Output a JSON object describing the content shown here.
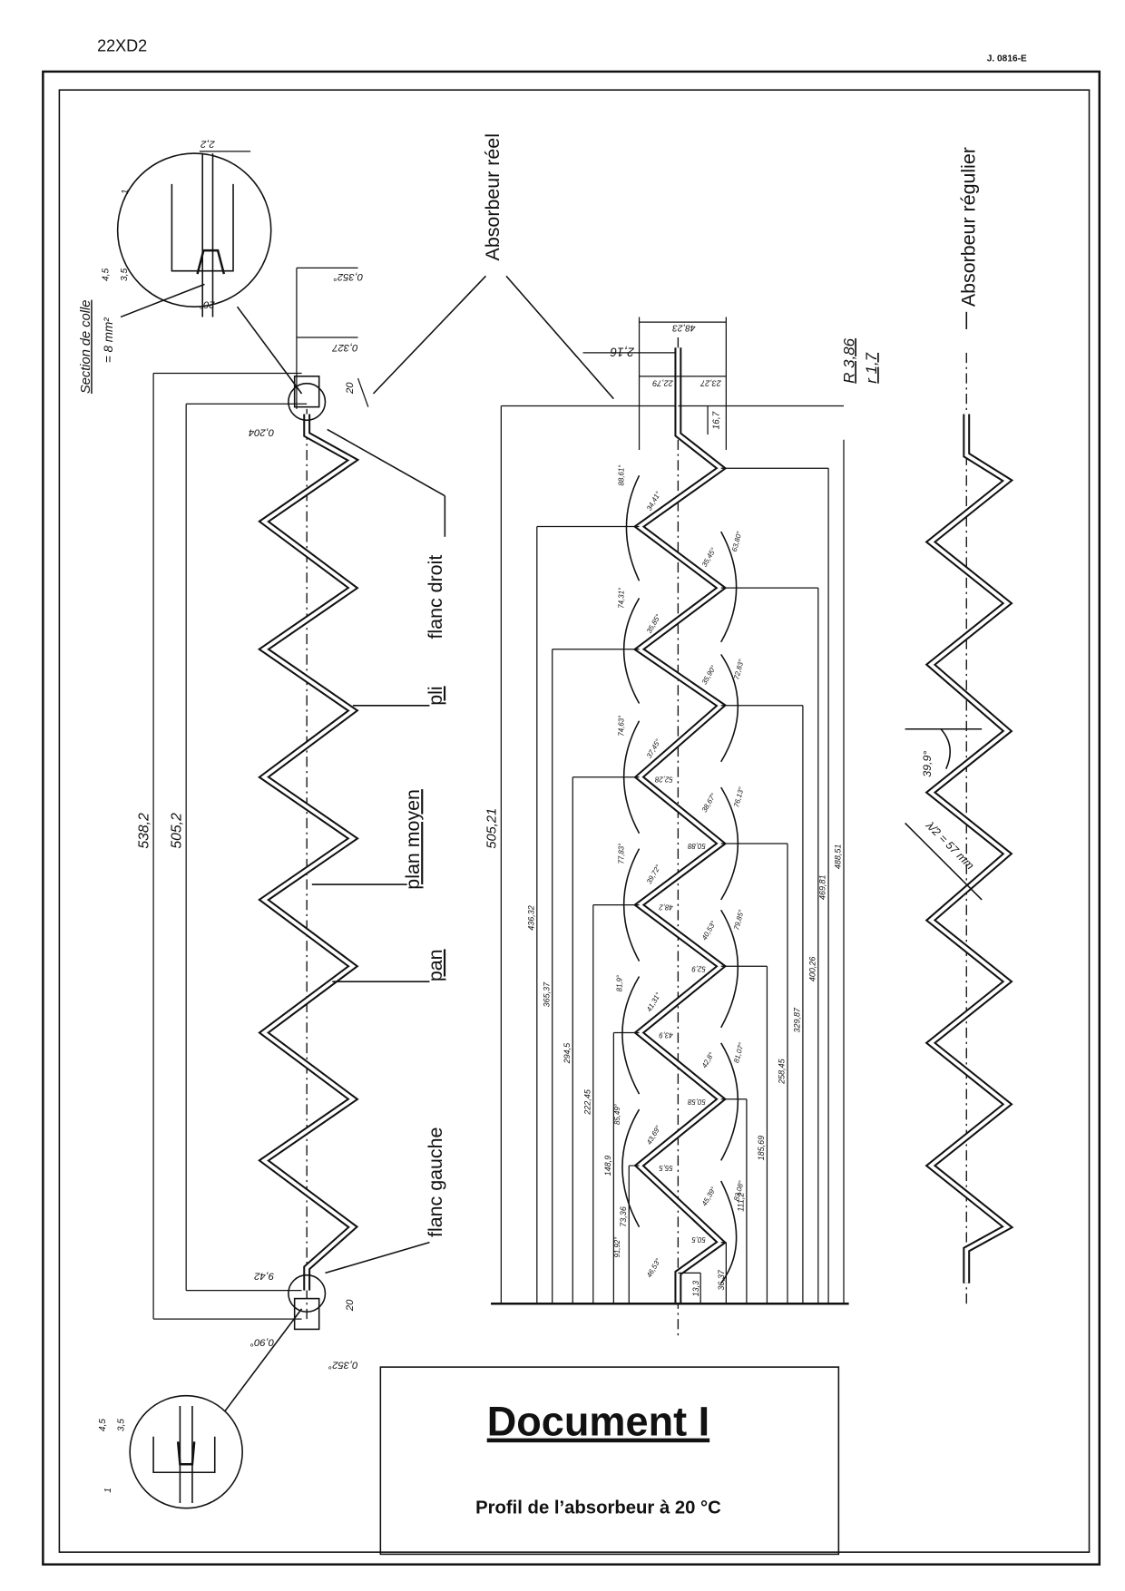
{
  "header": {
    "code": "22XD2",
    "ref": "J. 0816-E"
  },
  "labels": {
    "absorbeur_reel": "Absorbeur réel",
    "absorbeur_regulier": "Absorbeur régulier",
    "flanc_droit": "flanc droit",
    "pli": "pli",
    "plan_moyen": "plan moyen",
    "pan": "pan",
    "flanc_gauche": "flanc gauche",
    "section_colle": "Section de colle",
    "section_value": "= 8 mm²"
  },
  "left_drawing": {
    "overall_height": "538,2",
    "inner_height": "505,2",
    "top_dims": [
      "2,2",
      "4,5",
      "3,5",
      "1",
      "20°",
      "0,352°",
      "0,327",
      "20",
      "0,204"
    ],
    "bottom_dims": [
      "9,42",
      "20",
      "0,90°",
      "0,352°",
      "4,5",
      "3,5",
      "1"
    ]
  },
  "middle_drawing": {
    "overall_height": "505,21",
    "top_dims": [
      "48,23",
      "2,16",
      "22,79",
      "23,27",
      "16,7"
    ],
    "radius_major": "R 3,86",
    "radius_minor": "r 1,7",
    "left_heights": [
      "436,32",
      "365,37",
      "294,5",
      "222,45",
      "148,9",
      "73,36"
    ],
    "right_heights": [
      "13,3",
      "36,37",
      "111,2",
      "185,69",
      "258,45",
      "329,87",
      "400,26",
      "469,81",
      "488,51"
    ],
    "angles": [
      "88,61°",
      "34,41°",
      "63,80°",
      "35,45°",
      "74,31°",
      "35,85°",
      "72,83°",
      "35,90°",
      "74,63°",
      "37,45°",
      "76,13°",
      "38,67°",
      "77,83°",
      "39,72°",
      "79,85°",
      "40,53°",
      "81,9°",
      "41,31°",
      "81,07°",
      "42,8°",
      "85,49°",
      "43,69°",
      "83,08°",
      "45,39°",
      "91,92°",
      "46,53°"
    ],
    "pitch_labels": [
      "50,5",
      "55,5",
      "50,58",
      "43,9",
      "52,9",
      "48,2",
      "50,88",
      "52,28"
    ]
  },
  "right_drawing": {
    "angle": "39,9°",
    "half_wavelength": "λ/2 = 57 mm"
  },
  "title_block": {
    "title": "Document I",
    "subtitle": "Profil de l’absorbeur à 20 °C"
  }
}
